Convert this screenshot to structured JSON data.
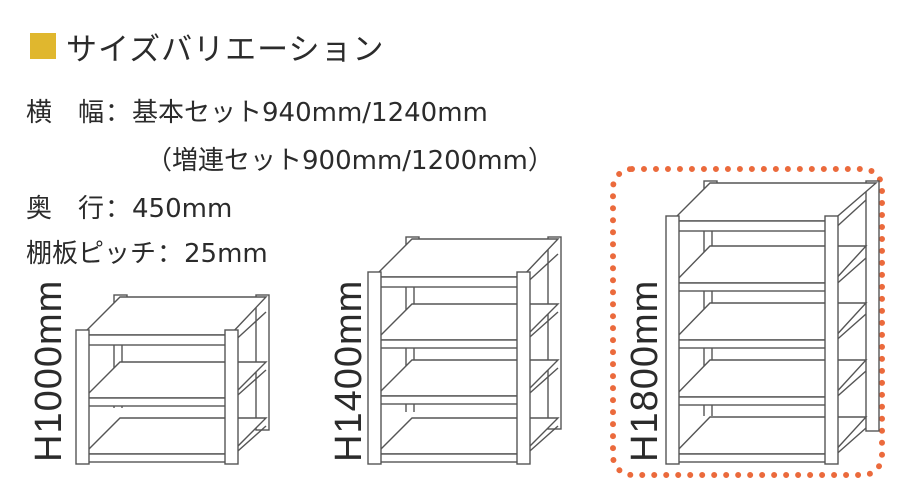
{
  "title": {
    "bullet_color": "#E0B72E",
    "text": "サイズバリエーション"
  },
  "specs": {
    "width": {
      "label": "横　幅",
      "colon": "：",
      "value": "基本セット940mm/1240mm",
      "sub_value": "（増連セット900mm/1200mm）"
    },
    "depth": {
      "label": "奥　行",
      "colon": "：",
      "value": "450mm"
    },
    "pitch": {
      "label": "棚板ピッチ",
      "colon": "：",
      "value": "25mm"
    }
  },
  "variants": [
    {
      "height_label": "H1000mm",
      "shelves": 3,
      "selected": false
    },
    {
      "height_label": "H1400mm",
      "shelves": 4,
      "selected": false
    },
    {
      "height_label": "H1800mm",
      "shelves": 5,
      "selected": true
    }
  ],
  "highlight_color": "#EB6A3C"
}
